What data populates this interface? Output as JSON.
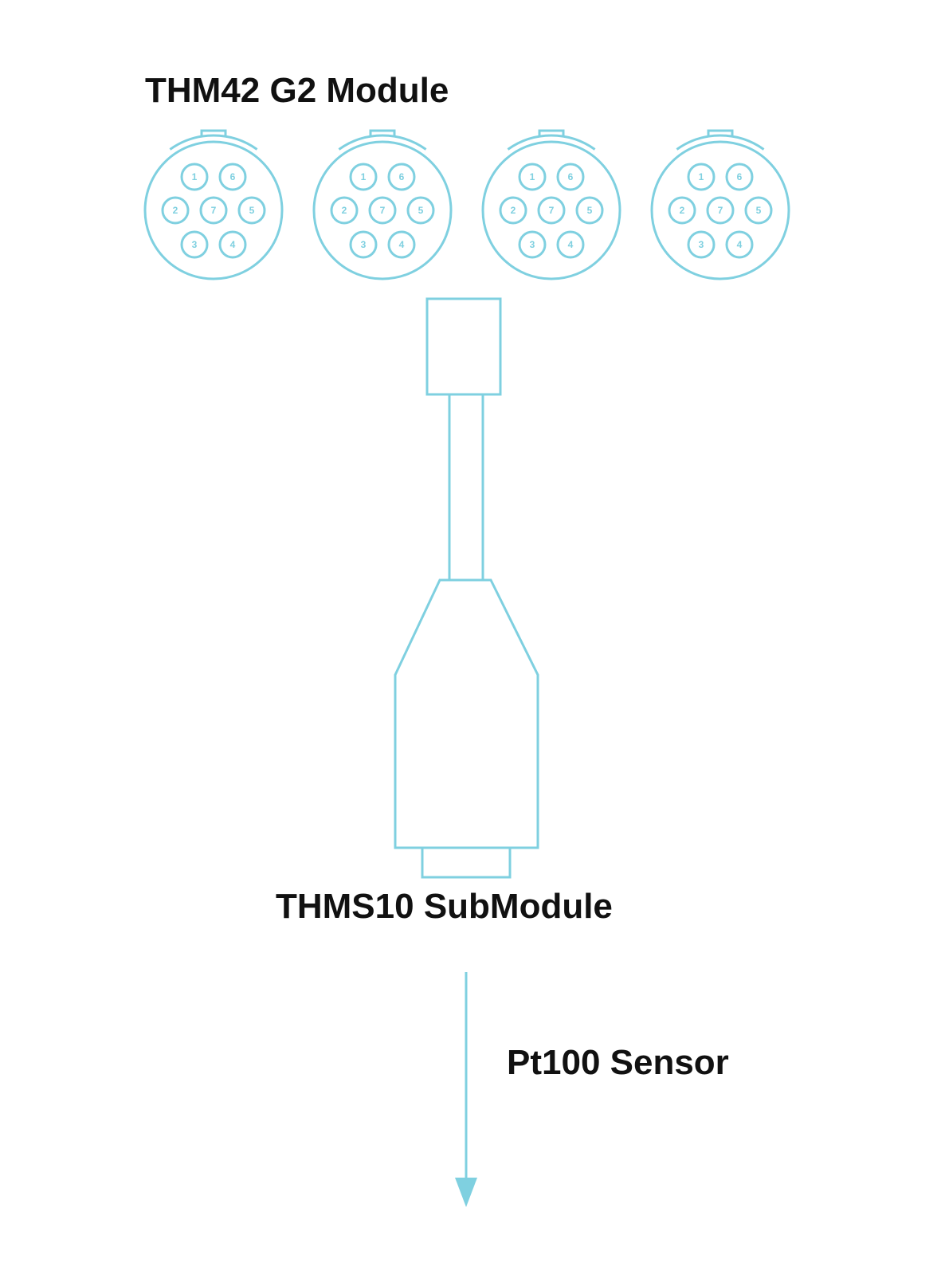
{
  "diagram": {
    "module_title": "THM42 G2 Module",
    "submodule_title": "THMS10 SubModule",
    "sensor_label": "Pt100 Sensor",
    "line_color": "#7fd0e0",
    "text_color": "#111111",
    "connectors": [
      {
        "pins": [
          "1",
          "6",
          "2",
          "7",
          "5",
          "3",
          "4"
        ]
      },
      {
        "pins": [
          "1",
          "6",
          "2",
          "7",
          "5",
          "3",
          "4"
        ]
      },
      {
        "pins": [
          "1",
          "6",
          "2",
          "7",
          "5",
          "3",
          "4"
        ]
      },
      {
        "pins": [
          "1",
          "6",
          "2",
          "7",
          "5",
          "3",
          "4"
        ]
      }
    ]
  }
}
